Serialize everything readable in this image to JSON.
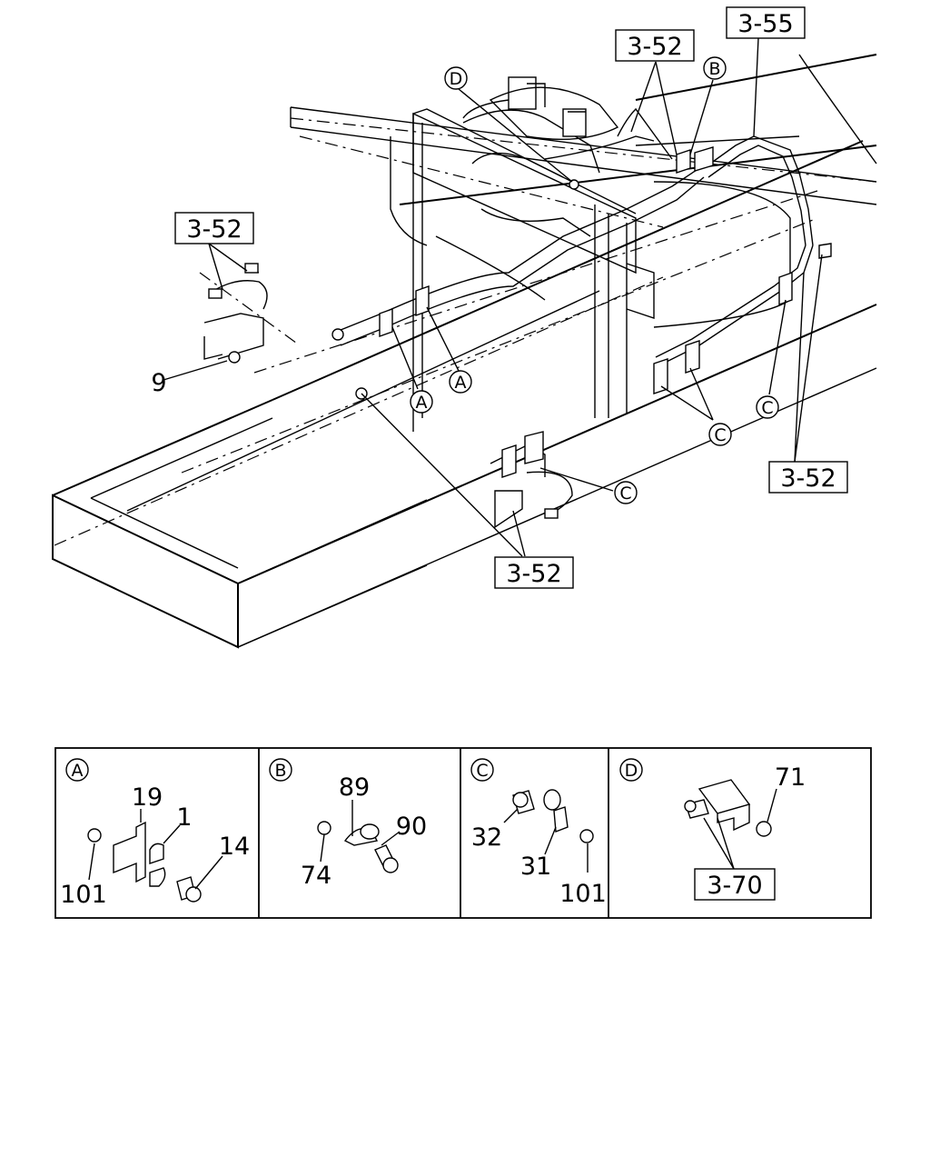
{
  "refs": {
    "r1": "3-55",
    "r2": "3-52",
    "r3": "3-52",
    "r4": "3-52",
    "r5": "3-52",
    "r6": "3-70"
  },
  "callouts": {
    "A1": "A",
    "A2": "A",
    "B1": "B",
    "C1": "C",
    "C2": "C",
    "C3": "C",
    "D1": "D"
  },
  "part_numbers": {
    "p9": "9"
  },
  "detail": {
    "panelA": {
      "letter": "A",
      "labels": {
        "l19": "19",
        "l1": "1",
        "l14": "14",
        "l101": "101"
      }
    },
    "panelB": {
      "letter": "B",
      "labels": {
        "l89": "89",
        "l90": "90",
        "l74": "74"
      }
    },
    "panelC": {
      "letter": "C",
      "labels": {
        "l32": "32",
        "l31": "31",
        "l101": "101"
      }
    },
    "panelD": {
      "letter": "D",
      "labels": {
        "l71": "71"
      }
    }
  }
}
